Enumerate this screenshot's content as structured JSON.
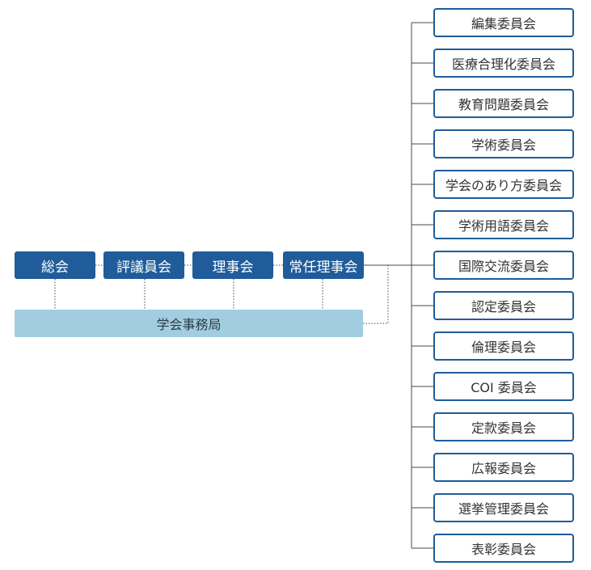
{
  "main_bodies": [
    {
      "name": "総会"
    },
    {
      "name": "評議員会"
    },
    {
      "name": "理事会"
    },
    {
      "name": "常任理事会"
    }
  ],
  "secretariat": {
    "name": "学会事務局"
  },
  "committees": [
    "編集委員会",
    "医療合理化委員会",
    "教育問題委員会",
    "学術委員会",
    "学会のあり方委員会",
    "学術用語委員会",
    "国際交流委員会",
    "認定委員会",
    "倫理委員会",
    "COI 委員会",
    "定款委員会",
    "広報委員会",
    "選挙管理委員会",
    "表彰委員会"
  ],
  "colors": {
    "dark_box": "#1f5c99",
    "light_box": "#a2cde0",
    "committee_border": "#1f5c99",
    "line": "#4a4a4a"
  }
}
